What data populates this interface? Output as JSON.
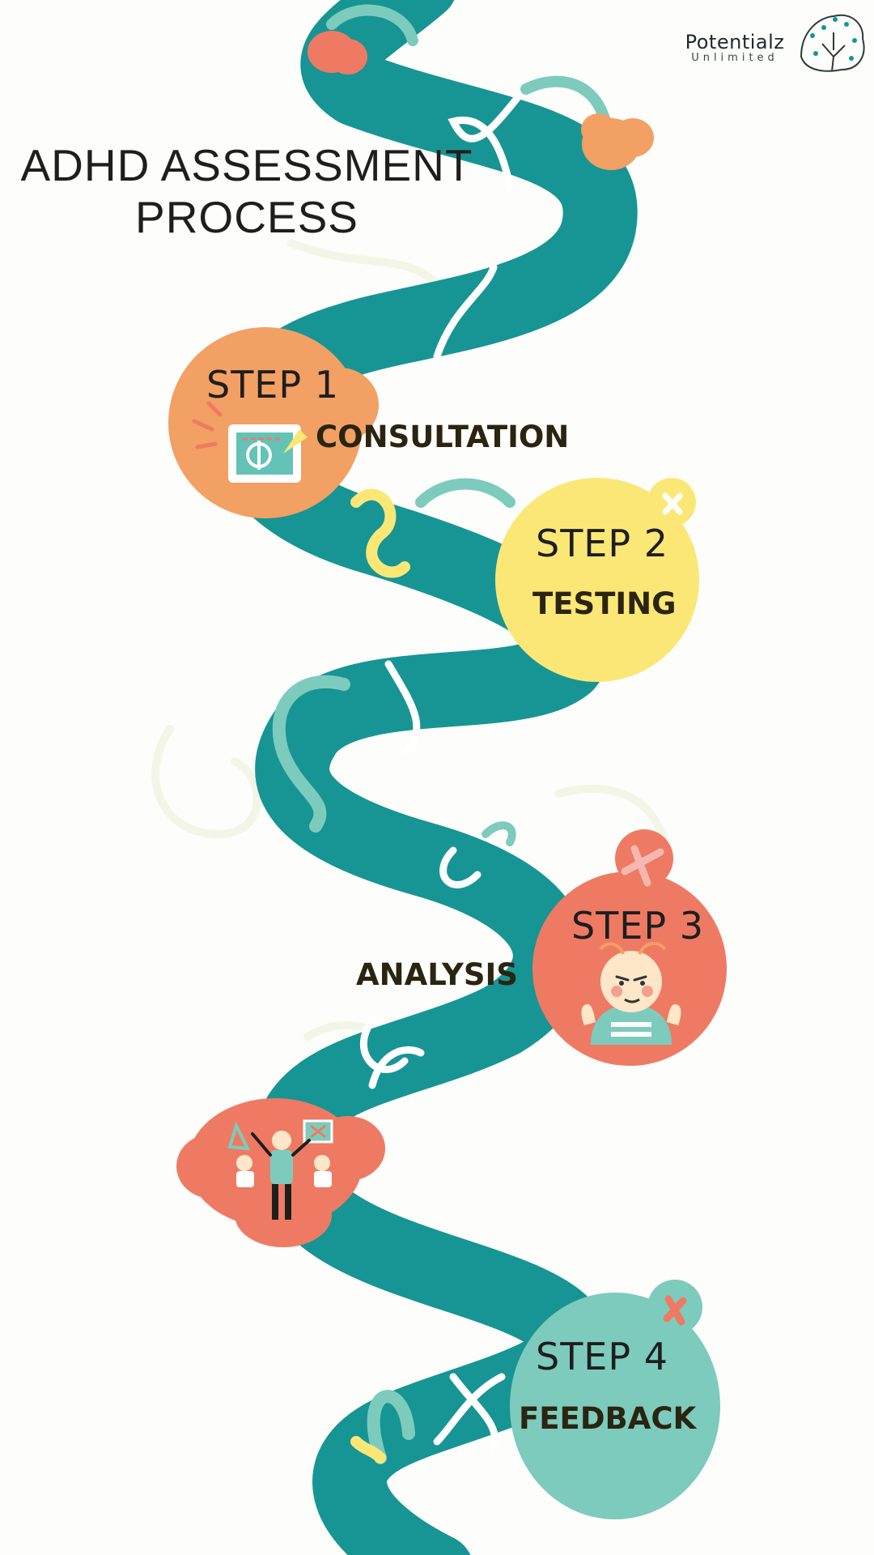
{
  "brand": {
    "name": "Potentialz",
    "tagline": "Unlimited",
    "logo_icon": "brain-tree-icon",
    "accent": "#179594"
  },
  "title": {
    "line1": "ADHD ASSESSMENT",
    "line2": "PROCESS"
  },
  "colors": {
    "road": "#179594",
    "orange": "#f2a063",
    "yellow": "#fbe776",
    "coral": "#ef7a63",
    "teal_light": "#7dcbbd"
  },
  "steps": [
    {
      "label": "STEP 1",
      "name": "CONSULTATION",
      "icon": "whiteboard-icon",
      "color": "#f2a063"
    },
    {
      "label": "STEP 2",
      "name": "TESTING",
      "icon": "close-mark-icon",
      "color": "#fbe776"
    },
    {
      "label": "STEP 3",
      "name": "ANALYSIS",
      "icon": "doctor-character-icon",
      "color": "#ef7a63"
    },
    {
      "label": "STEP 4",
      "name": "FEEDBACK",
      "icon": "close-mark-icon",
      "color": "#7dcbbd"
    }
  ],
  "extra_illustration": {
    "icon": "family-group-icon"
  }
}
